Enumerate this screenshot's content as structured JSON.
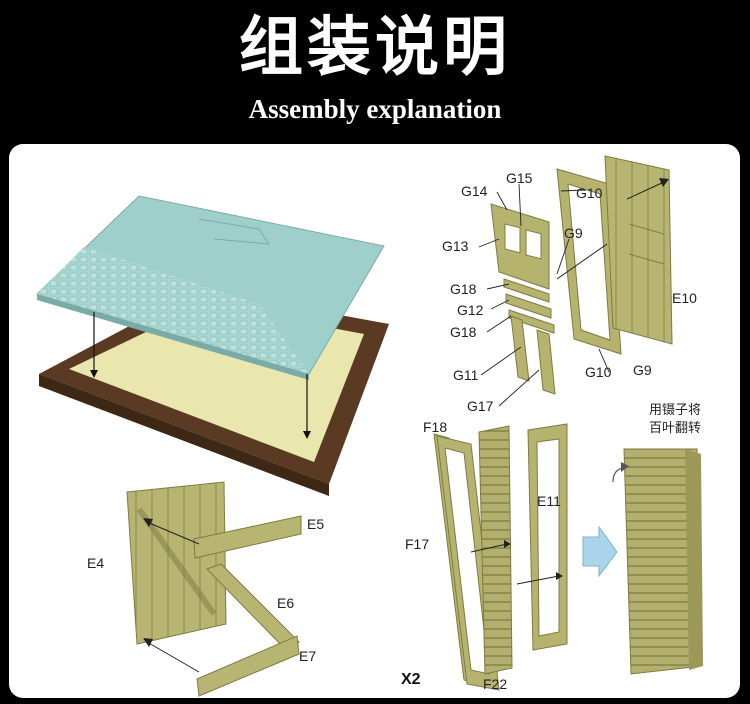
{
  "header": {
    "title_cn": "组装说明",
    "title_en": "Assembly explanation"
  },
  "door": {
    "labels": [
      "G14",
      "G15",
      "G10",
      "G13",
      "G9",
      "G18",
      "G12",
      "G18",
      "E10",
      "G11",
      "G10",
      "G9",
      "G17"
    ]
  },
  "wall": {
    "labels": [
      "E5",
      "E4",
      "E6",
      "E7"
    ]
  },
  "shutter": {
    "labels": [
      "F18",
      "E11",
      "F17",
      "F22"
    ],
    "multiplier": "X2",
    "note_line1": "用镊子将",
    "note_line2": "百叶翻转"
  },
  "colors": {
    "wood": "#b6b36f",
    "wood_dark": "#7e7b44",
    "tile": "#9fcfcb",
    "base_frame": "#5a3a22",
    "base_inner": "#e9e7ad",
    "arrow_hint": "#a9d4ea"
  }
}
